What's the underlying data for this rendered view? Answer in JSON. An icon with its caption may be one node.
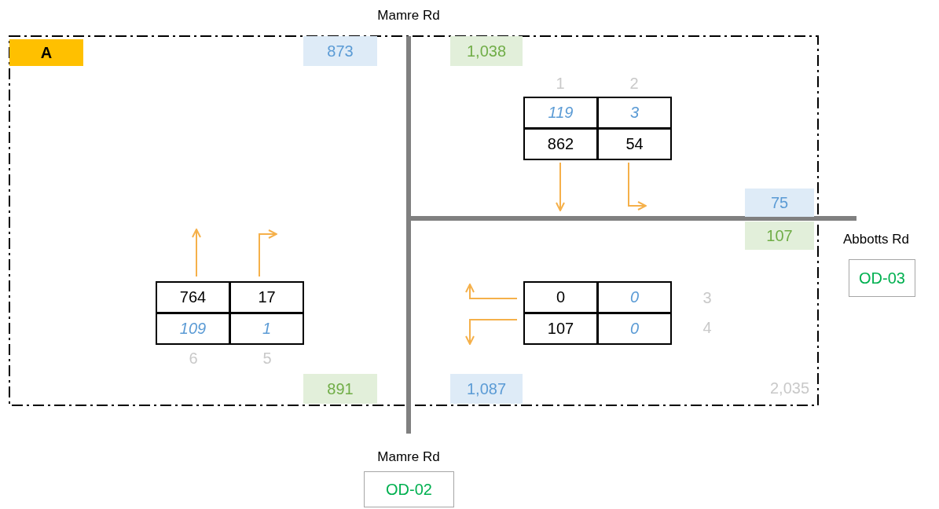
{
  "diagram": {
    "nodes": [
      {
        "text": [
          "A"
        ]
      },
      {
        "text": [
          "873"
        ]
      },
      {
        "text": [
          "1,038"
        ]
      },
      {
        "text": [
          "75"
        ]
      },
      {
        "text": [
          "107"
        ]
      },
      {
        "text": [
          "OD-03"
        ]
      },
      {
        "text": [
          "891"
        ]
      },
      {
        "text": [
          "1,087"
        ]
      },
      {
        "text": [
          "OD-02"
        ]
      }
    ],
    "labels": [
      "Mamre Rd",
      "1",
      "2",
      "119",
      "3",
      "862",
      "54",
      "Abbotts Rd",
      "764",
      "17",
      "109",
      "1",
      "0",
      "0",
      "107",
      "0",
      "3",
      "4",
      "6",
      "5",
      "2,035",
      "Mamre Rd"
    ]
  }
}
